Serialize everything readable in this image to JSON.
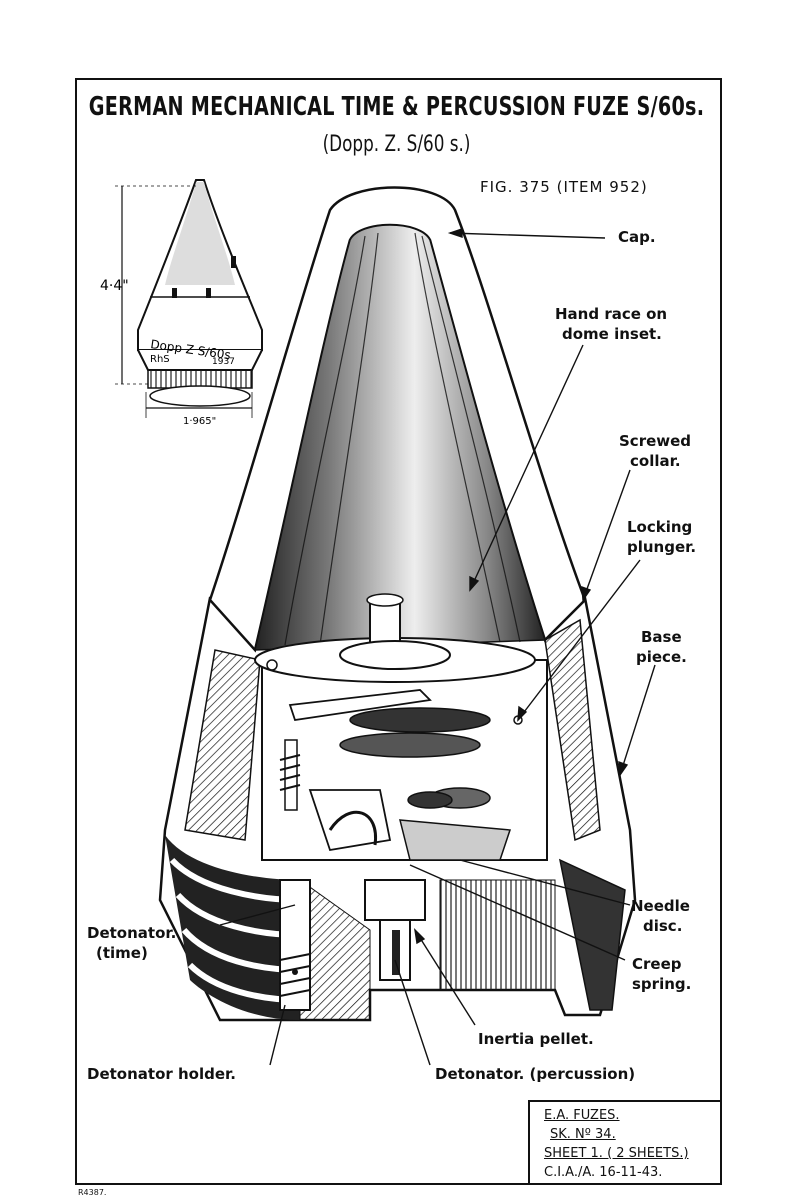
{
  "title": "GERMAN MECHANICAL TIME & PERCUSSION FUZE S/60s.",
  "subtitle": "(Dopp. Z. S/60 s.)",
  "figure_ref": "FIG. 375 (ITEM 952)",
  "inset": {
    "dimension_height": "4·4\"",
    "dimension_width": "1·965\"",
    "marking_line1": "Dopp Z  S/60s",
    "marking_line2": "RhS",
    "marking_year": "1937"
  },
  "labels": {
    "cap": "Cap.",
    "hand_race": "Hand race on",
    "hand_race_2": "dome inset.",
    "screwed_collar": "Screwed",
    "screwed_collar_2": "collar.",
    "locking_plunger": "Locking",
    "locking_plunger_2": "plunger.",
    "base_piece": "Base",
    "base_piece_2": "piece.",
    "needle_disc": "Needle",
    "needle_disc_2": "disc.",
    "creep_spring": "Creep",
    "creep_spring_2": "spring.",
    "detonator_time": "Detonator.",
    "detonator_time_2": "(time)",
    "inertia_pellet": "Inertia pellet.",
    "detonator_holder": "Detonator holder.",
    "detonator_percussion": "Detonator. (percussion)"
  },
  "title_block": {
    "line1": "E.A. FUZES.",
    "line2": "SK. Nº 34.",
    "line3": "SHEET 1.  ( 2 SHEETS.)",
    "line4": "C.I.A./A.      16-11-43."
  },
  "stamp": "R4387."
}
